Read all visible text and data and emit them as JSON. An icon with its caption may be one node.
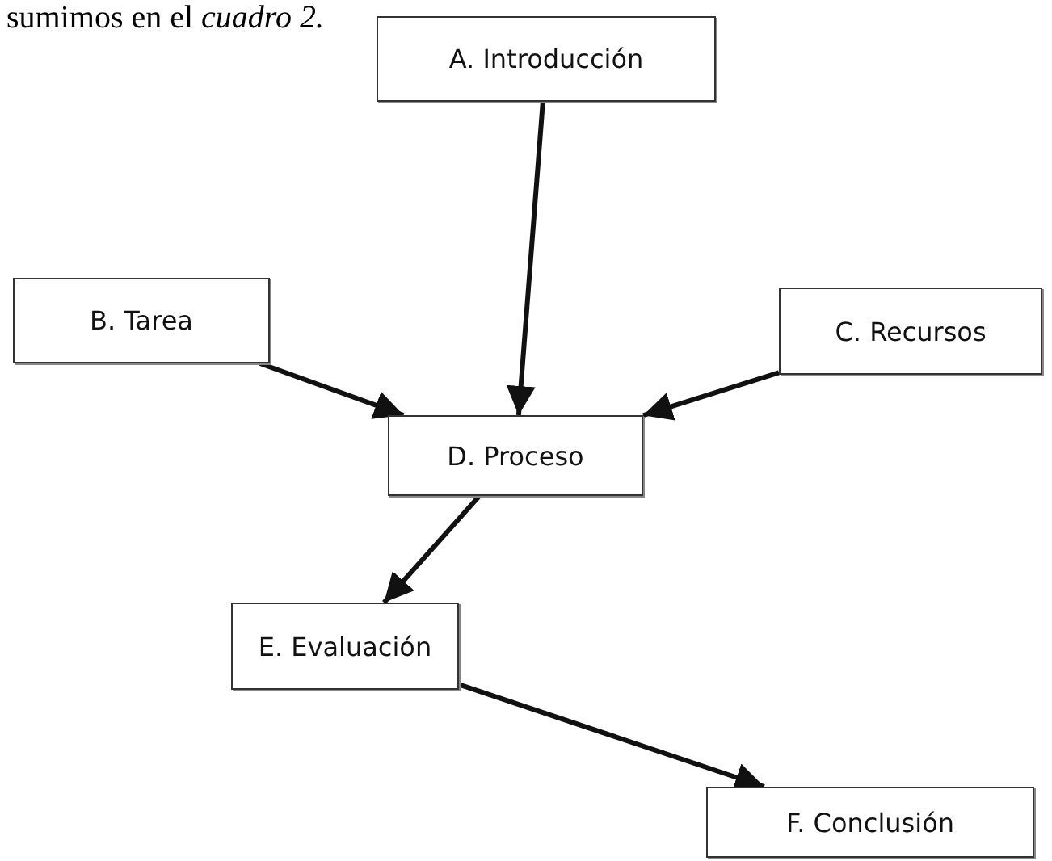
{
  "diagram": {
    "nodes": [
      {
        "text": [
          "A. Introducción"
        ]
      },
      {
        "text": [
          "B. Tarea"
        ]
      },
      {
        "text": [
          "C. Recursos"
        ]
      },
      {
        "text": [
          "D. Proceso"
        ]
      },
      {
        "text": [
          "E. Evaluación"
        ]
      },
      {
        "text": [
          "F. Conclusión"
        ]
      }
    ],
    "edges": [
      {
        "from": 0,
        "to": 3,
        "arrow": "to"
      },
      {
        "from": 1,
        "to": 3,
        "arrow": "to"
      },
      {
        "from": 2,
        "to": 3,
        "arrow": "to"
      },
      {
        "from": 3,
        "to": 4,
        "arrow": "to"
      },
      {
        "from": 4,
        "to": 5,
        "arrow": "to"
      }
    ],
    "labels": [
      "sumimos en el *cuadro 2.*"
    ]
  }
}
